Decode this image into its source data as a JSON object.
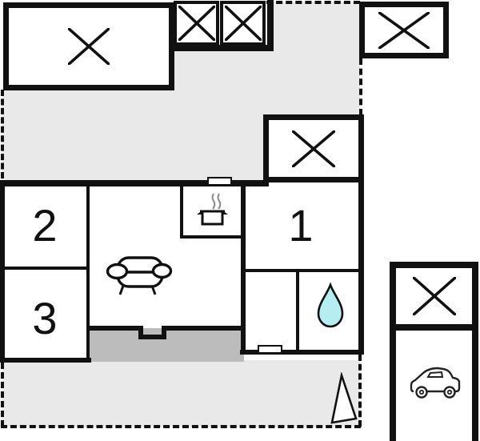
{
  "title": "holiday-home-floor-plan",
  "colors": {
    "wall": "#111111",
    "area-light": "#e9e9e9",
    "area-dark": "#bcbcbc",
    "water": "#b5eef2",
    "paper": "#ffffff",
    "icon-stroke": "#222222",
    "steam": "#888888"
  },
  "labels": {
    "room_1": "1",
    "room_2": "2",
    "room_3": "3"
  }
}
